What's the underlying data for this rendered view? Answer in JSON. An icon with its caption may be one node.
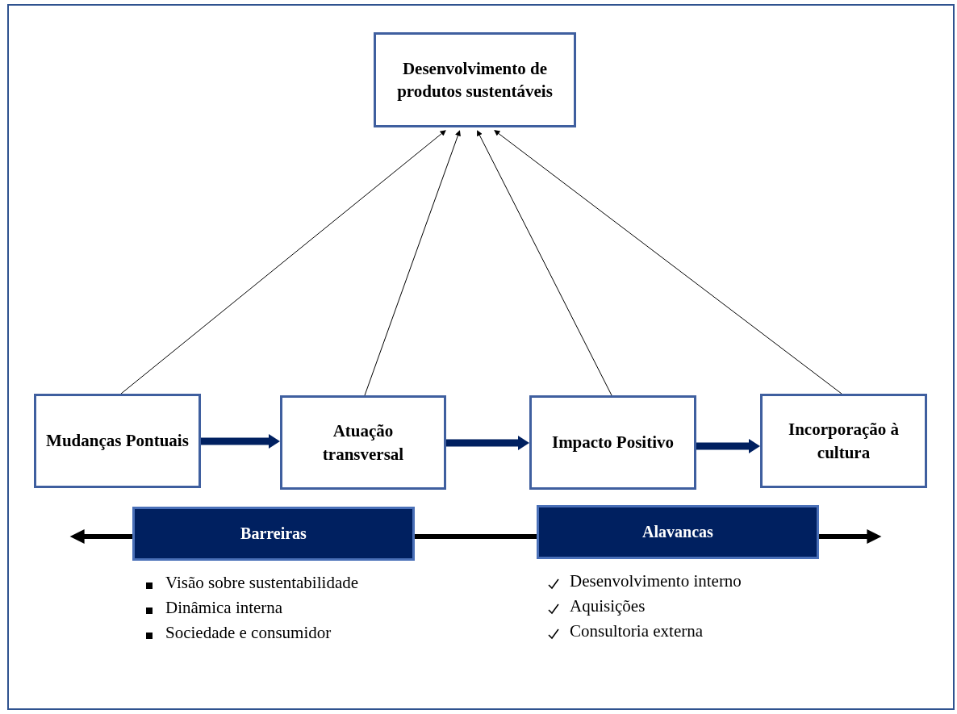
{
  "diagram": {
    "nodes": [
      {
        "text": [
          "Desenvolvimento de produtos sustentáveis"
        ]
      },
      {
        "text": [
          "Mudanças Pontuais"
        ]
      },
      {
        "text": [
          "Atuação transversal"
        ]
      },
      {
        "text": [
          "Impacto Positivo"
        ]
      },
      {
        "text": [
          "Incorporação à cultura"
        ]
      },
      {
        "text": [
          "Barreiras"
        ],
        "beside": [
          "Visão sobre sustentabilidade",
          "Dinâmica interna",
          "Sociedade e consumidor"
        ]
      },
      {
        "text": [
          "Alavancas"
        ],
        "beside": [
          "Desenvolvimento interno",
          "Aquisições",
          "Consultoria externa"
        ]
      }
    ],
    "edges": [
      {
        "from": 1,
        "to": 0,
        "arrow": "to"
      },
      {
        "from": 2,
        "to": 0,
        "arrow": "to"
      },
      {
        "from": 3,
        "to": 0,
        "arrow": "to"
      },
      {
        "from": 4,
        "to": 0,
        "arrow": "to"
      },
      {
        "from": 1,
        "to": 2,
        "arrow": "to",
        "color": "#002060"
      },
      {
        "from": 2,
        "to": 3,
        "arrow": "to",
        "color": "#002060"
      },
      {
        "from": 3,
        "to": 4,
        "arrow": "to",
        "color": "#002060"
      },
      {
        "from": 5,
        "to": 6,
        "arrow": "none"
      },
      {
        "from": 5,
        "to": null,
        "arrow": "to"
      },
      {
        "from": 6,
        "to": null,
        "arrow": "to"
      }
    ]
  }
}
